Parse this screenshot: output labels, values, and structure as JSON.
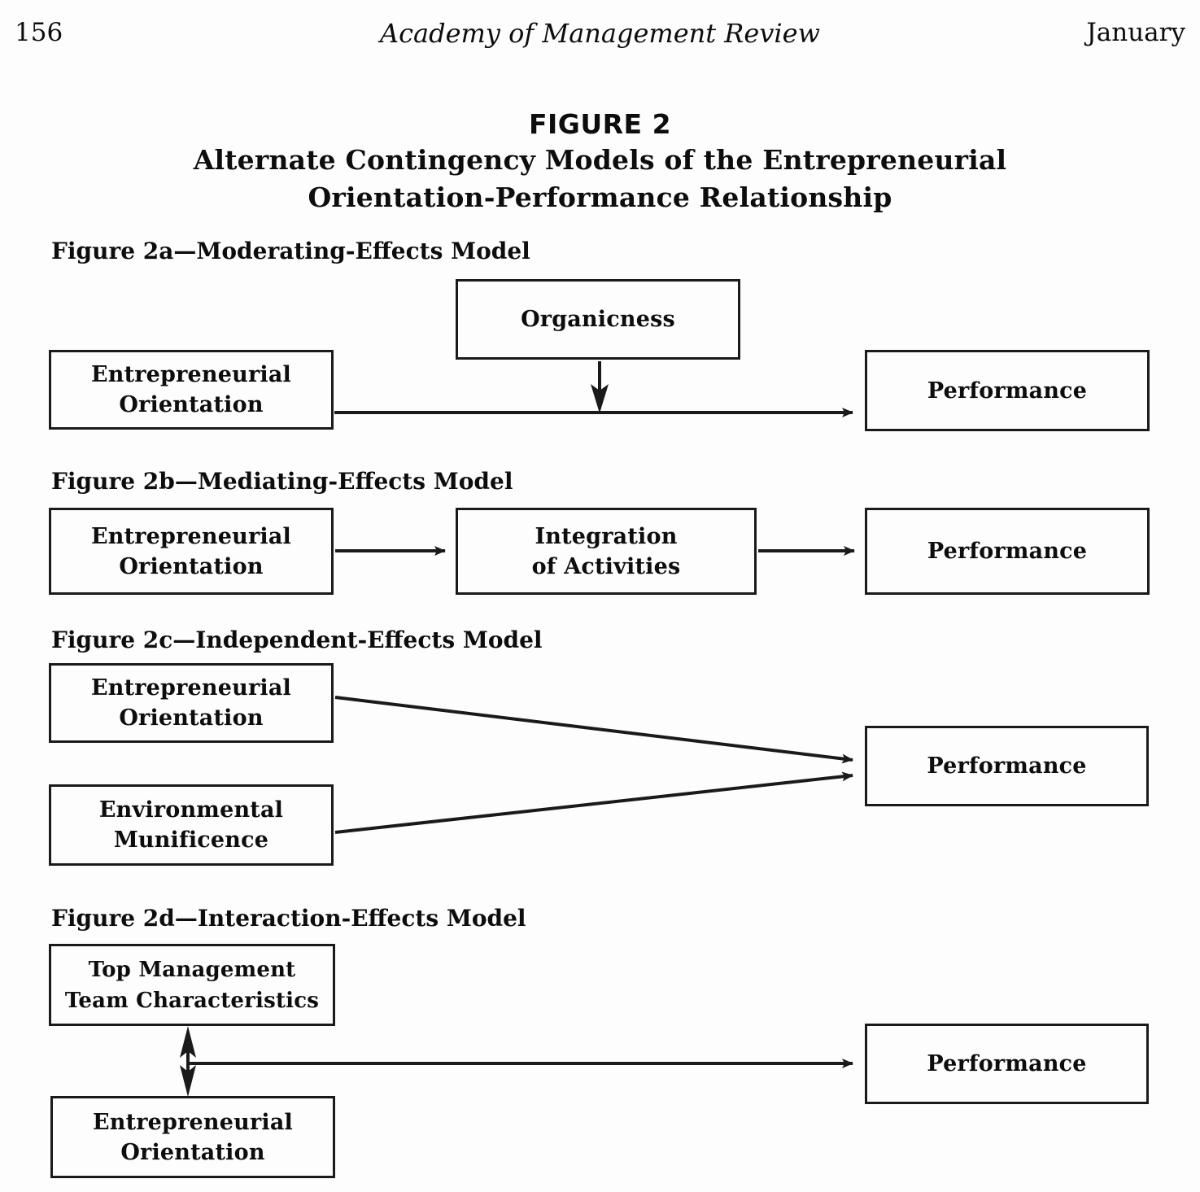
{
  "header": {
    "folio": "156",
    "journal": "Academy of Management Review",
    "month": "January"
  },
  "figure": {
    "number_label": "FIGURE 2",
    "title_line1": "Alternate Contingency Models of the Entrepreneurial",
    "title_line2": "Orientation-Performance Relationship"
  },
  "panels": [
    {
      "caption": "Figure 2a—Moderating-Effects Model",
      "nodes": {
        "source": "Entrepreneurial\nOrientation",
        "moderator": "Organicness",
        "outcome": "Performance"
      }
    },
    {
      "caption": "Figure 2b—Mediating-Effects Model",
      "nodes": {
        "source": "Entrepreneurial\nOrientation",
        "mediator": "Integration\nof Activities",
        "outcome": "Performance"
      }
    },
    {
      "caption": "Figure 2c—Independent-Effects Model",
      "nodes": {
        "source_a": "Entrepreneurial\nOrientation",
        "source_b": "Environmental\nMunificence",
        "outcome": "Performance"
      }
    },
    {
      "caption": "Figure 2d—Interaction-Effects Model",
      "nodes": {
        "source_a": "Top Management\nTeam Characteristics",
        "source_b": "Entrepreneurial\nOrientation",
        "outcome": "Performance"
      }
    }
  ],
  "chart_data": {
    "type": "diagram",
    "title": "Alternate Contingency Models of the Entrepreneurial Orientation-Performance Relationship",
    "diagrams": [
      {
        "id": "2a",
        "label": "Figure 2a—Moderating-Effects Model",
        "nodes": [
          "Entrepreneurial Orientation",
          "Organicness",
          "Performance"
        ],
        "edges": [
          {
            "from": "Entrepreneurial Orientation",
            "to": "Performance",
            "style": "single-arrow"
          },
          {
            "from": "Organicness",
            "to": "Entrepreneurial Orientation-Performance path",
            "style": "single-arrow-down"
          }
        ]
      },
      {
        "id": "2b",
        "label": "Figure 2b—Mediating-Effects Model",
        "nodes": [
          "Entrepreneurial Orientation",
          "Integration of Activities",
          "Performance"
        ],
        "edges": [
          {
            "from": "Entrepreneurial Orientation",
            "to": "Integration of Activities",
            "style": "single-arrow"
          },
          {
            "from": "Integration of Activities",
            "to": "Performance",
            "style": "single-arrow"
          }
        ]
      },
      {
        "id": "2c",
        "label": "Figure 2c—Independent-Effects Model",
        "nodes": [
          "Entrepreneurial Orientation",
          "Environmental Munificence",
          "Performance"
        ],
        "edges": [
          {
            "from": "Entrepreneurial Orientation",
            "to": "Performance",
            "style": "single-arrow"
          },
          {
            "from": "Environmental Munificence",
            "to": "Performance",
            "style": "single-arrow"
          }
        ]
      },
      {
        "id": "2d",
        "label": "Figure 2d—Interaction-Effects Model",
        "nodes": [
          "Top Management Team Characteristics",
          "Entrepreneurial Orientation",
          "Performance"
        ],
        "edges": [
          {
            "from": "Top Management Team Characteristics",
            "to": "Entrepreneurial Orientation",
            "style": "double-arrow"
          },
          {
            "from": "Interaction of Top Management Team Characteristics and Entrepreneurial Orientation",
            "to": "Performance",
            "style": "single-arrow"
          }
        ]
      }
    ]
  },
  "colors": {
    "ink": "#0d0d0d",
    "paper": "#fdfdfd",
    "stroke": "#1a1a1a"
  }
}
